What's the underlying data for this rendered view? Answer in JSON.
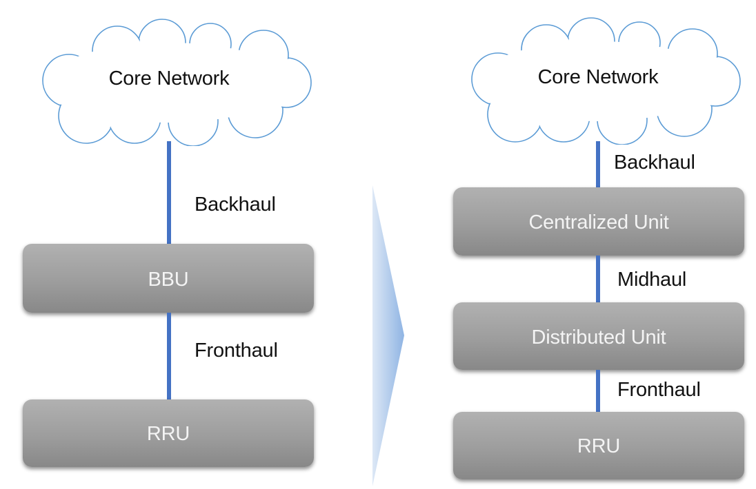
{
  "left": {
    "cloud_label": "Core Network",
    "backhaul_label": "Backhaul",
    "bbu_label": "BBU",
    "fronthaul_label": "Fronthaul",
    "rru_label": "RRU"
  },
  "right": {
    "cloud_label": "Core Network",
    "backhaul_label": "Backhaul",
    "cu_label": "Centralized Unit",
    "midhaul_label": "Midhaul",
    "du_label": "Distributed Unit",
    "fronthaul_label": "Fronthaul",
    "rru_label": "RRU"
  },
  "colors": {
    "link": "#4472c4",
    "cloud_stroke": "#5b9bd5",
    "box_gradient_top": "#b1b1b1",
    "box_gradient_bottom": "#888888",
    "arrow_gradient_left": "#dde8f6",
    "arrow_gradient_right": "#8fb4e3"
  }
}
